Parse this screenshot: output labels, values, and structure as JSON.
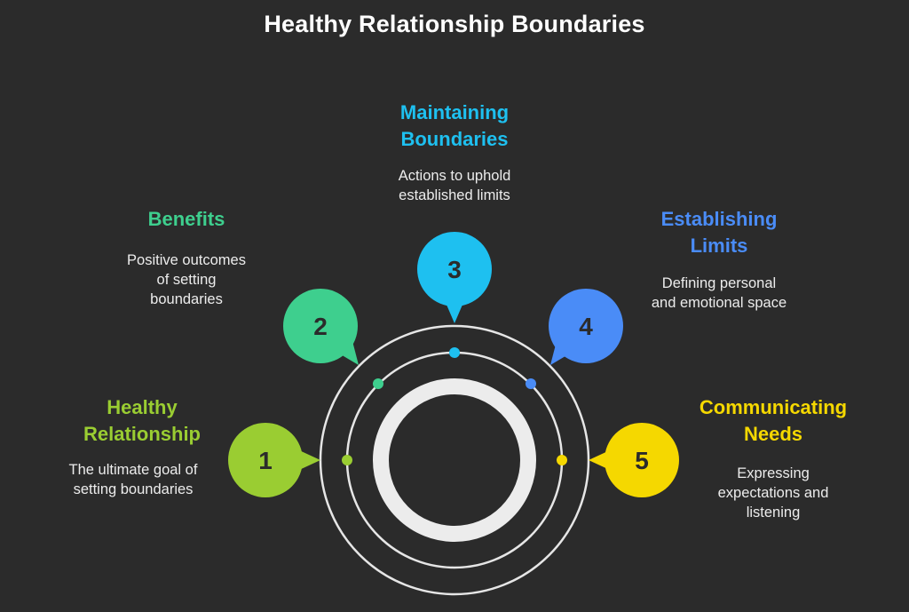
{
  "title": "Healthy Relationship Boundaries",
  "colors": {
    "background": "#2b2b2b",
    "ring": "#e6e6e6",
    "step1": "#9acd32",
    "step2": "#3ecf8e",
    "step3": "#1ec0f0",
    "step4": "#4a8cf7",
    "step5": "#f5d800"
  },
  "steps": [
    {
      "number": "1",
      "heading": "Healthy\nRelationship",
      "description": "The ultimate goal of\nsetting boundaries"
    },
    {
      "number": "2",
      "heading": "Benefits",
      "description": "Positive outcomes\nof setting\nboundaries"
    },
    {
      "number": "3",
      "heading": "Maintaining\nBoundaries",
      "description": "Actions to uphold\nestablished limits"
    },
    {
      "number": "4",
      "heading": "Establishing\nLimits",
      "description": "Defining personal\nand emotional space"
    },
    {
      "number": "5",
      "heading": "Communicating\nNeeds",
      "description": "Expressing\nexpectations and\nlistening"
    }
  ]
}
